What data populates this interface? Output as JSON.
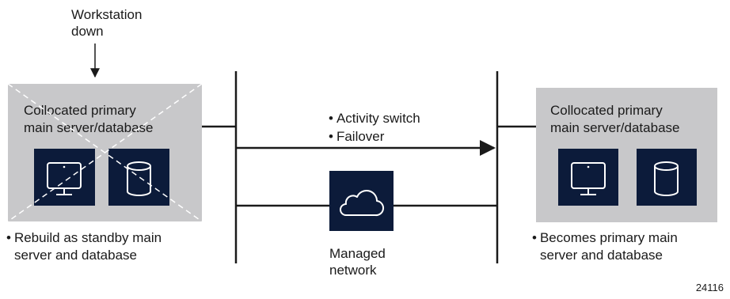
{
  "workstation_down": {
    "line1": "Workstation",
    "line2": "down"
  },
  "left_server": {
    "title_line1": "Collocated primary",
    "title_line2": "main server/database",
    "note_line1": "Rebuild as standby main",
    "note_line2": "server and database",
    "status": "crossed-out"
  },
  "right_server": {
    "title_line1": "Collocated primary",
    "title_line2": "main server/database",
    "note_line1": "Becomes primary main",
    "note_line2": "server and database"
  },
  "actions": {
    "item1": "Activity switch",
    "item2": "Failover"
  },
  "network": {
    "line1": "Managed",
    "line2": "network"
  },
  "figure_id": "24116",
  "bullet": "•",
  "icons": [
    "monitor-icon",
    "database-icon",
    "cloud-icon"
  ],
  "colors": {
    "panel_gray": "#c8c8ca",
    "icon_navy": "#0c1b3a",
    "line": "#1a1a1a"
  }
}
